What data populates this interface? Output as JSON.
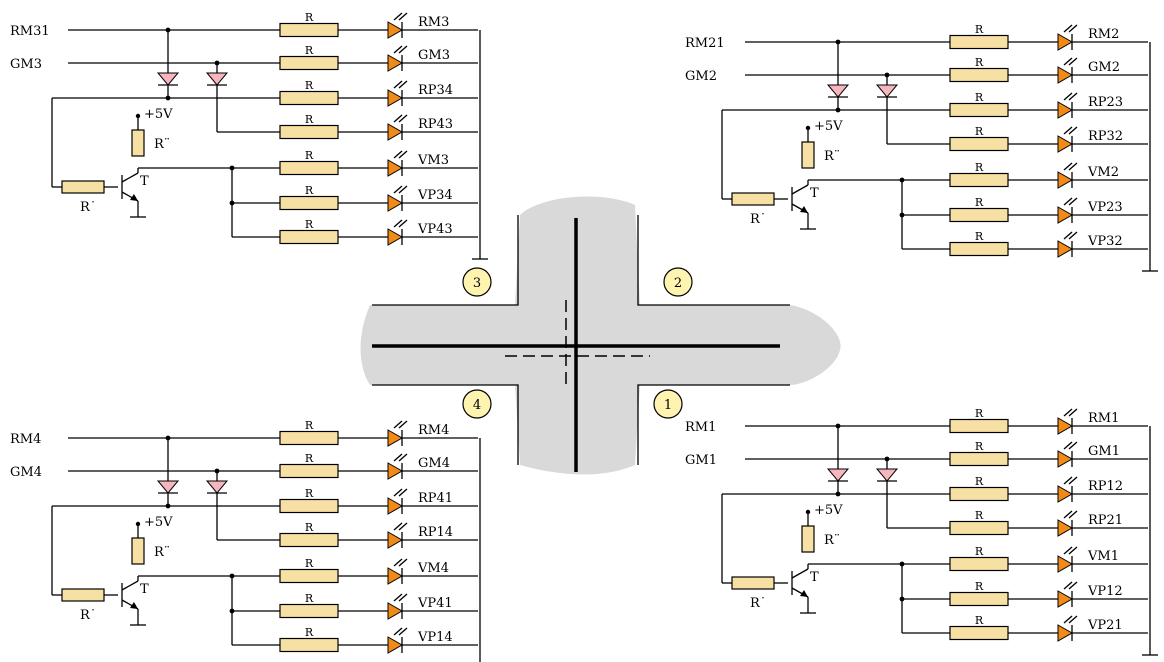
{
  "junction_labels": [
    "1",
    "2",
    "3",
    "4"
  ],
  "common_labels": {
    "resistor": "R",
    "base_resistor": "R˙",
    "pullup_resistor": "R¨",
    "transistor": "T",
    "supply": "+5V"
  },
  "circuits": [
    {
      "id": "circuit-3",
      "inputs": [
        "RM31",
        "GM3"
      ],
      "outputs": [
        "RM3",
        "GM3",
        "RP34",
        "RP43",
        "VM3",
        "VP34",
        "VP43"
      ]
    },
    {
      "id": "circuit-2",
      "inputs": [
        "RM21",
        "GM2"
      ],
      "outputs": [
        "RM2",
        "GM2",
        "RP23",
        "RP32",
        "VM2",
        "VP23",
        "VP32"
      ]
    },
    {
      "id": "circuit-4",
      "inputs": [
        "RM4",
        "GM4"
      ],
      "outputs": [
        "RM4",
        "GM4",
        "RP41",
        "RP14",
        "VM4",
        "VP41",
        "VP14"
      ]
    },
    {
      "id": "circuit-1",
      "inputs": [
        "RM1",
        "GM1"
      ],
      "outputs": [
        "RM1",
        "GM1",
        "RP12",
        "RP21",
        "VM1",
        "VP12",
        "VP21"
      ]
    }
  ],
  "colors": {
    "resistor_fill": "#f7e0a3",
    "led_fill": "#f28a1a",
    "diode_fill": "#f7b6bd",
    "road_fill": "#d9d9d9",
    "badge_fill": "#fff3b0"
  }
}
